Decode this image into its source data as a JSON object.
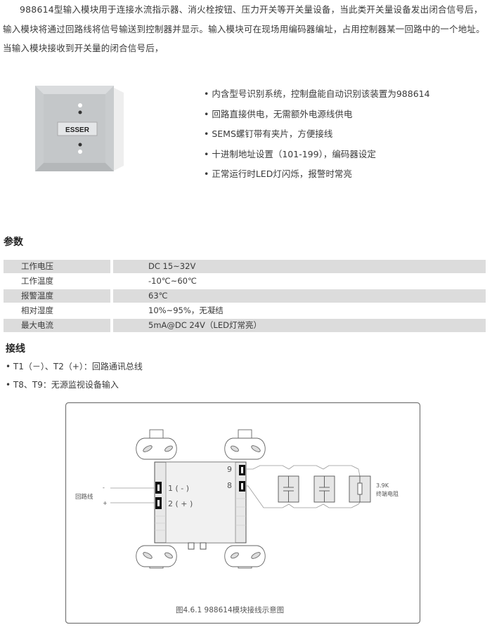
{
  "intro": "988614型输入模块用于连接水流指示器、消火栓按钮、压力开关等开关量设备，当此类开关量设备发出闭合信号后，输入模块将通过回路线将信号输送到控制器并显示。输入模块可在现场用编码器编址，占用控制器某一回路中的一个地址。当输入模块接收到开关量的闭合信号后，",
  "device": {
    "brand": "ESSER"
  },
  "features": [
    "• 内含型号识别系统，控制盘能自动识别该装置为988614",
    "• 回路直接供电，无需额外电源线供电",
    "• SEMS螺钉带有夹片，方便接线",
    "• 十进制地址设置（101-199），编码器设定",
    "• 正常运行时LED灯闪烁，报警时常亮"
  ],
  "params_heading": "参数",
  "params": [
    {
      "label": "工作电压",
      "value": "DC 15~32V"
    },
    {
      "label": "工作温度",
      "value": "-10℃~60℃"
    },
    {
      "label": "报警温度",
      "value": "63℃"
    },
    {
      "label": "相对湿度",
      "value": "10%~95%，无凝结"
    },
    {
      "label": "最大电流",
      "value": "5mA@DC 24V（LED灯常亮）"
    }
  ],
  "wiring_heading": "接线",
  "wiring": [
    "• T1（－）、T2（+）：回路通讯总线",
    "• T8、T9：无源监视设备输入"
  ],
  "diagram": {
    "loop_label": "回路线",
    "minus": "-",
    "plus": "+",
    "t1": "1 ( - )",
    "t2": "2 ( + )",
    "t9": "9",
    "t8": "8",
    "resistor_value": "3.9K",
    "resistor_label": "终端电阻",
    "caption": "图4.6.1   988614模块接线示意图"
  }
}
